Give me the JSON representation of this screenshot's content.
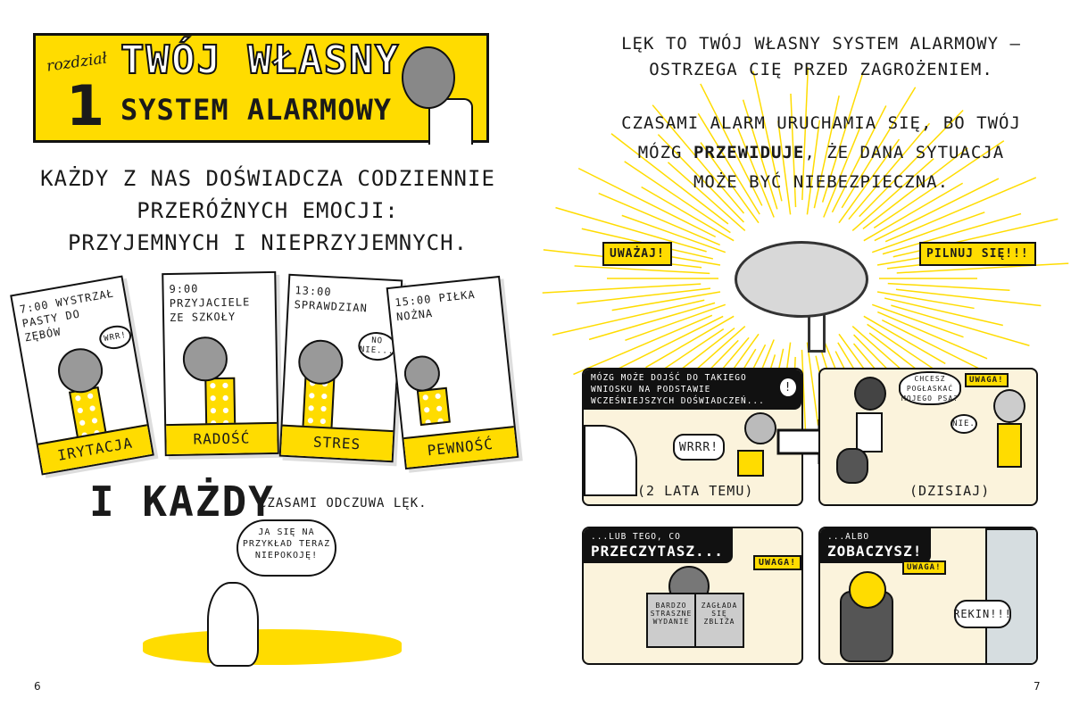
{
  "left_page": {
    "chapter": {
      "label": "rozdział",
      "number": "1",
      "title_line1": "TWÓJ WŁASNY",
      "title_line2": "SYSTEM ALARMOWY"
    },
    "intro_lines": [
      "KAŻDY Z NAS DOŚWIADCZA CODZIENNIE",
      "PRZERÓŻNYCH EMOCJI:",
      "PRZYJEMNYCH I NIEPRZYJEMNYCH."
    ],
    "cards": [
      {
        "caption": "7:00 WYSTRZAŁ PASTY DO ZĘBÓW",
        "bubble": "WRR!",
        "label": "IRYTACJA"
      },
      {
        "caption": "9:00 PRZYJACIELE ZE SZKOŁY",
        "label": "RADOŚĆ"
      },
      {
        "caption": "13:00 SPRAWDZIAN",
        "bubble": "NO NIE...",
        "label": "STRES"
      },
      {
        "caption": "15:00 PIŁKA NOŻNA",
        "label": "PEWNOŚĆ"
      }
    ],
    "closing_big": "i KAŻDY",
    "closing_small": "CZASAMI ODCZUWA LĘK.",
    "dog_thought": "JA SIĘ NA PRZYKŁAD TERAZ NIEPOKOJĘ!",
    "page_number": "6"
  },
  "right_page": {
    "text_block1": [
      "LĘK TO TWÓJ WŁASNY SYSTEM ALARMOWY —",
      "OSTRZEGA CIĘ PRZED ZAGROŻENIEM."
    ],
    "text_block2": [
      "CZASAMI ALARM URUCHAMIA SIĘ, BO TWÓJ",
      "MÓZG",
      "PRZEWIDUJE",
      ", ŻE DANA SYTUACJA",
      "MOŻE BYĆ NIEBEZPIECZNA."
    ],
    "tag_left": "UWAŻAJ!",
    "tag_right": "PILNUJ SIĘ!!!",
    "panels": [
      {
        "note": "MÓZG MOŻE DOJŚĆ DO TAKIEGO WNIOSKU NA PODSTAWIE WCZEŚNIEJSZYCH DOŚWIADCZEŃ...",
        "bubble": "WRRR!",
        "exclaim": "!",
        "footer": "(2 LATA TEMU)"
      },
      {
        "bubble_question": "CHCESZ POGŁASKAĆ MOJEGO PSA?",
        "bubble_answer": "NIE.",
        "tag": "UWAGA!",
        "footer": "(DZISIAJ)"
      },
      {
        "note": "...LUB TEGO, CO",
        "big": "PRZECZYTASZ...",
        "tag": "UWAGA!",
        "book_left": "BARDZO STRASZNE WYDANIE",
        "book_right": "ZAGŁADA SIĘ ZBLIŻA"
      },
      {
        "note": "...ALBO",
        "big": "ZOBACZYSZ!",
        "tag": "UWAGA!",
        "bubble": "REKIN!!!"
      }
    ],
    "page_number": "7"
  },
  "colors": {
    "accent": "#ffdc00",
    "panel_bg": "#fbf3dc",
    "ink": "#111111"
  }
}
